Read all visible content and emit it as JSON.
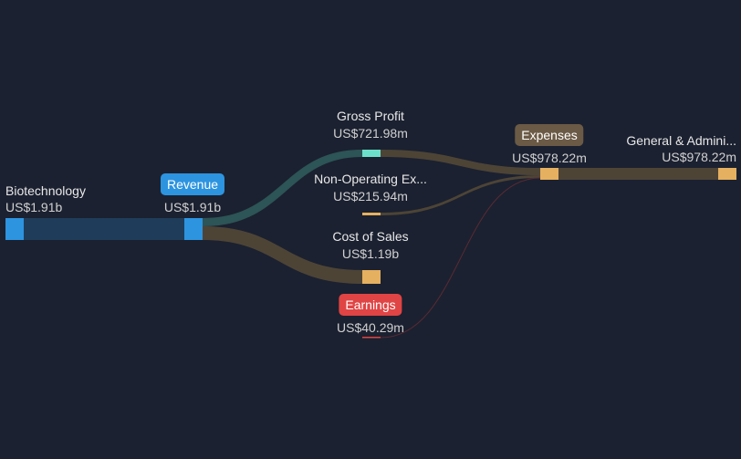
{
  "nodes": {
    "biotechnology": {
      "label": "Biotechnology",
      "value": "US$1.91b"
    },
    "revenue": {
      "label": "Revenue",
      "value": "US$1.91b"
    },
    "gross_profit": {
      "label": "Gross Profit",
      "value": "US$721.98m"
    },
    "non_operating": {
      "label": "Non-Operating Ex...",
      "value": "US$215.94m"
    },
    "cost_of_sales": {
      "label": "Cost of Sales",
      "value": "US$1.19b"
    },
    "earnings": {
      "label": "Earnings",
      "value": "US$40.29m"
    },
    "expenses": {
      "label": "Expenses",
      "value": "US$978.22m"
    },
    "general_admin": {
      "label": "General & Admini...",
      "value": "US$978.22m"
    }
  },
  "colors": {
    "background": "#1b2130",
    "revenue": "#2d94e0",
    "gross_profit": "#6de0cc",
    "expense_node": "#e5b060",
    "earnings": "#e04444",
    "expenses_pill": "#6b5a45"
  }
}
